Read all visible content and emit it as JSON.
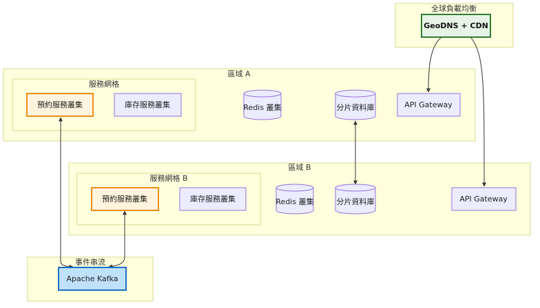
{
  "diagram": {
    "clusters": {
      "global_lb": "全球負載均衡",
      "region_a": "區域 A",
      "mesh_a": "服務網格",
      "region_b": "區域 B",
      "mesh_b": "服務網格 B",
      "event_stream": "事件串流"
    },
    "nodes": {
      "geodns": "GeoDNS + CDN",
      "booking_a": "預約服務叢集",
      "inventory_a": "庫存服務叢集",
      "redis_a": "Redis 叢集",
      "db_a": "分片資料庫",
      "gateway_a": "API Gateway",
      "booking_b": "預約服務叢集",
      "inventory_b": "庫存服務叢集",
      "redis_b": "Redis 叢集",
      "db_b": "分片資料庫",
      "gateway_b": "API Gateway",
      "kafka": "Apache Kafka"
    },
    "colors": {
      "cluster_fill": "#ffffde",
      "node_fill": "#ececff",
      "booking_border": "#f28c18",
      "geodns_border": "#2e7d32",
      "kafka_fill": "#bfe1fb"
    }
  }
}
